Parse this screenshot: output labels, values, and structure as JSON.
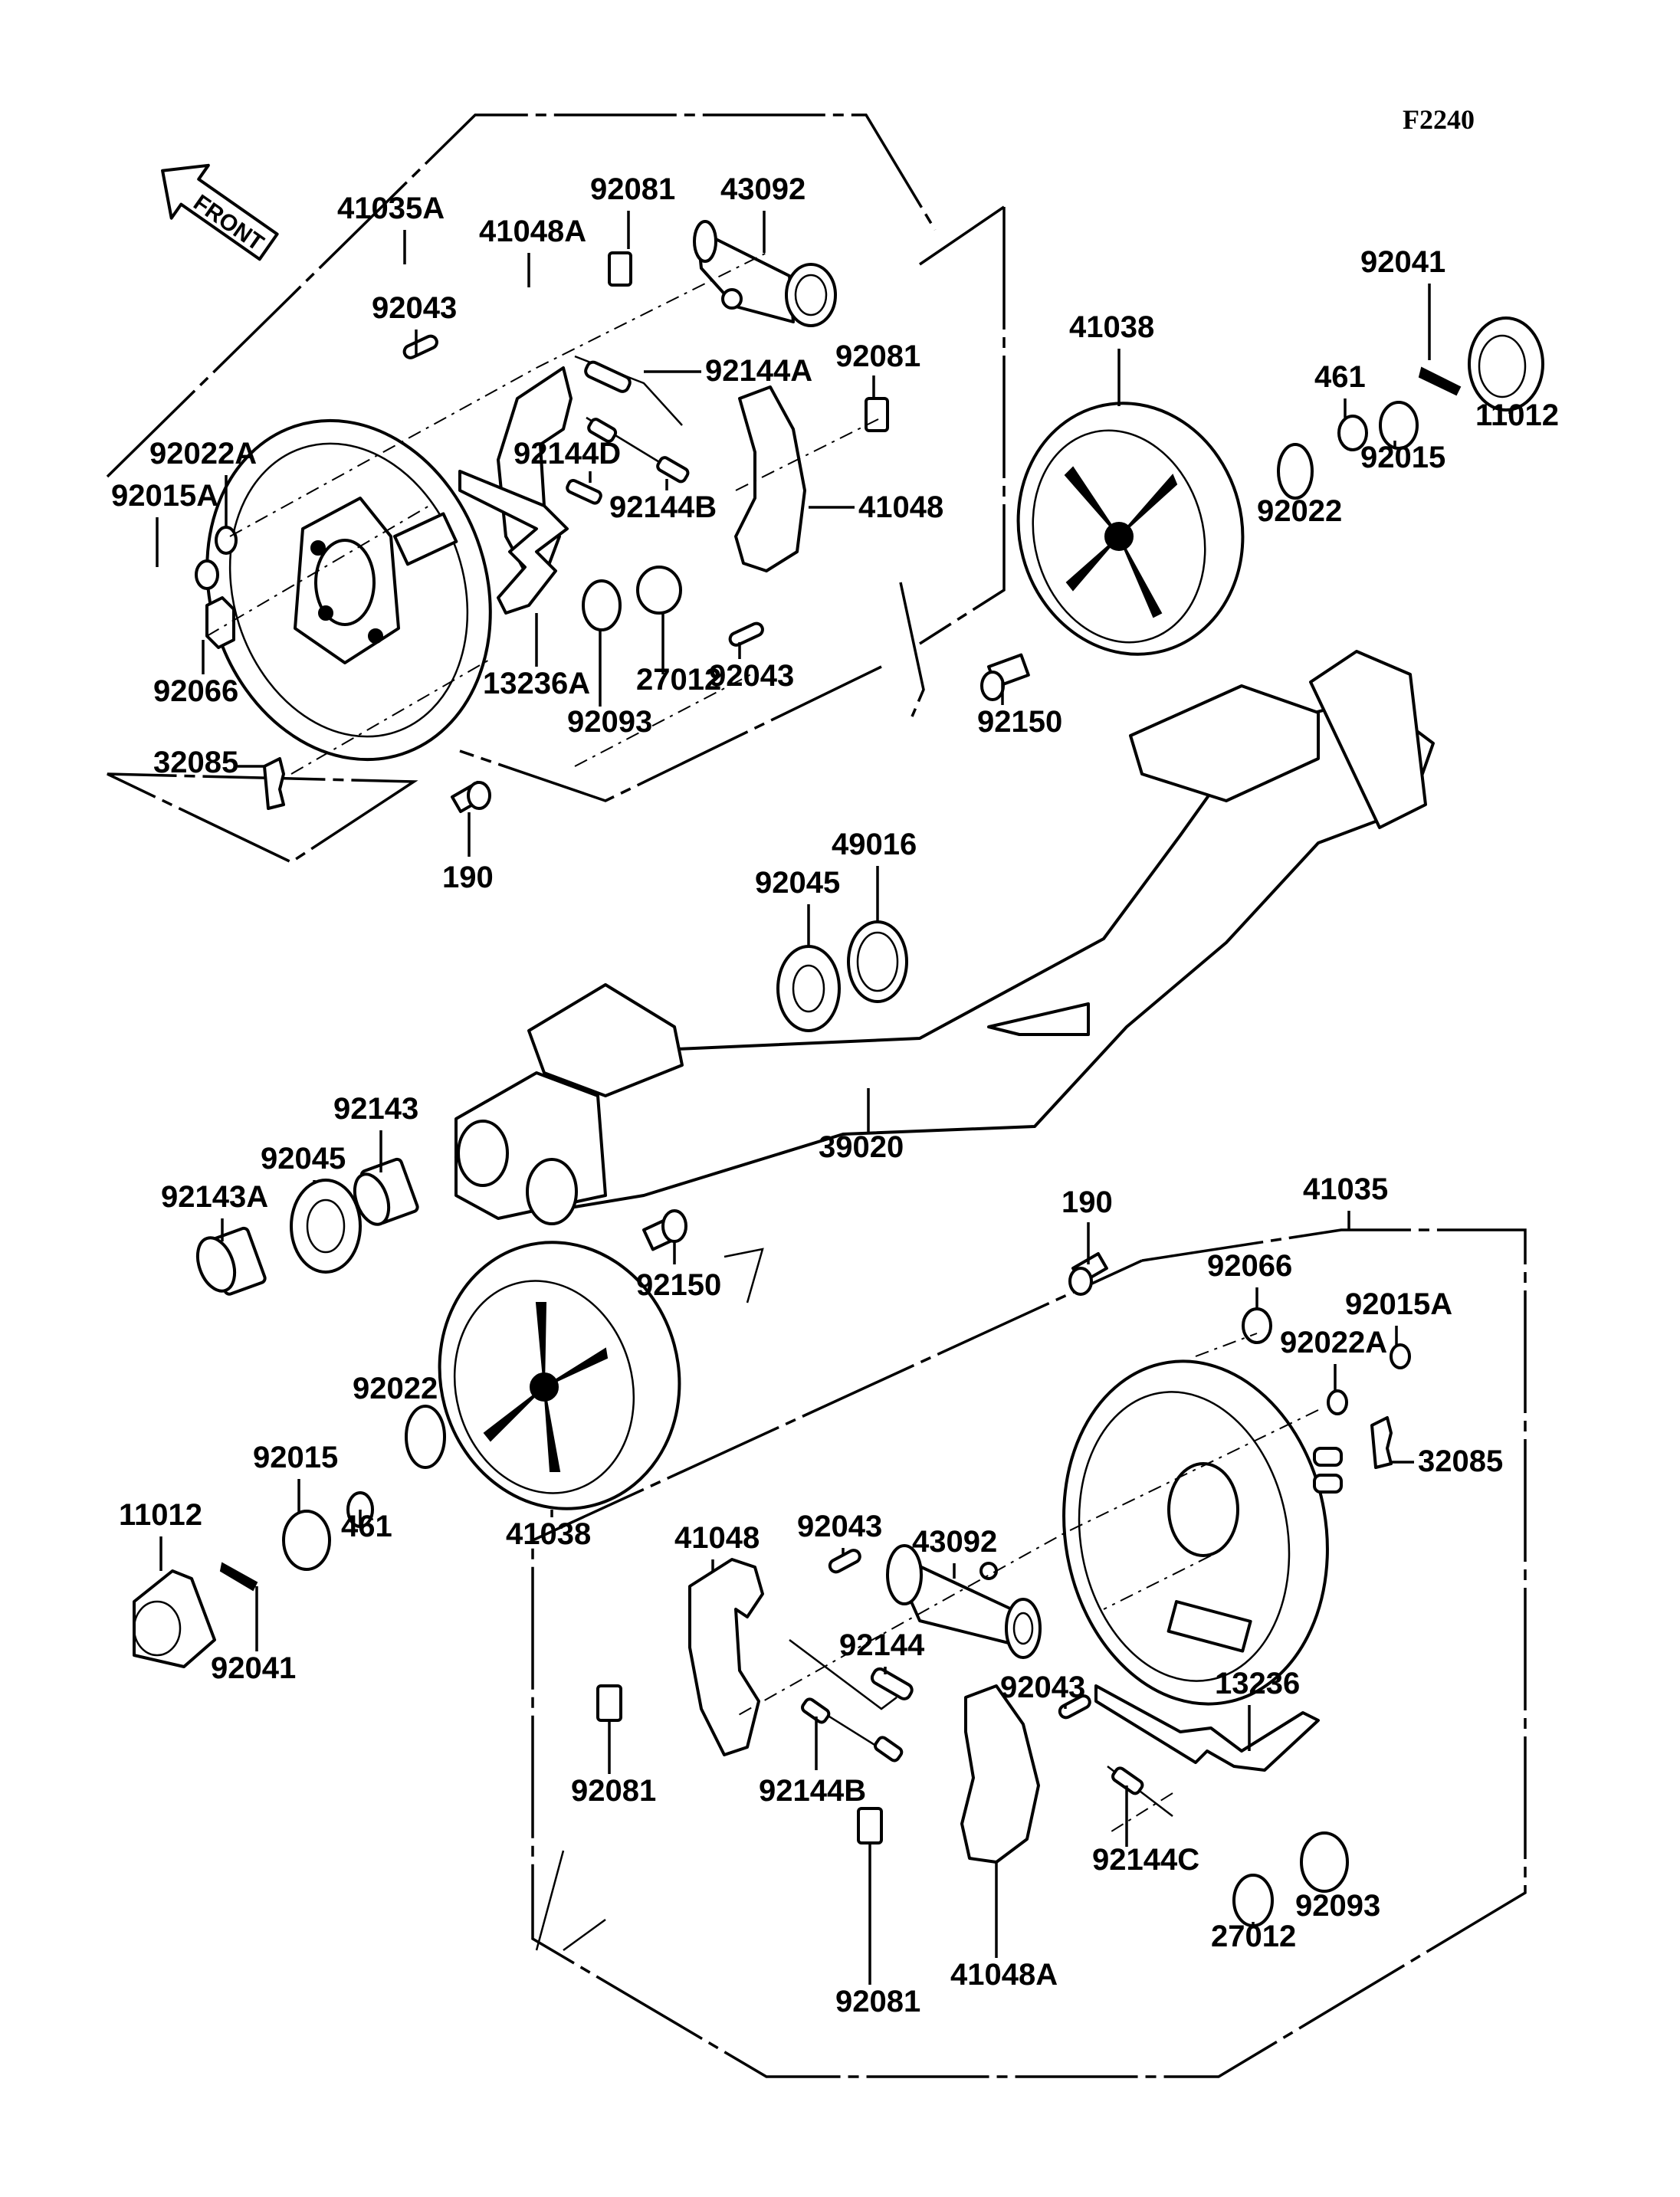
{
  "diagram": {
    "code": "F2240",
    "front_arrow_label": "FRONT",
    "upper_assembly": {
      "group_label": "41035A",
      "parts": [
        "41048A",
        "92081",
        "43092",
        "92043",
        "92144A",
        "92081",
        "92022A",
        "92015A",
        "92144D",
        "92144B",
        "41048",
        "92066",
        "13236A",
        "27012",
        "92043",
        "92093",
        "32085",
        "190"
      ]
    },
    "right_hub": {
      "parts": [
        "41038",
        "461",
        "92022",
        "92015",
        "92041",
        "11012",
        "92150"
      ]
    },
    "axle": {
      "parts": [
        "49016",
        "92045",
        "39020"
      ]
    },
    "left_hub": {
      "parts": [
        "92143",
        "92045",
        "92143A",
        "92150",
        "92022",
        "92015",
        "41038",
        "461",
        "11012",
        "92041"
      ]
    },
    "lower_assembly": {
      "group_label": "41035",
      "parts": [
        "190",
        "92066",
        "92015A",
        "92022A",
        "32085",
        "43092",
        "41048",
        "92043",
        "92144",
        "13236",
        "92043",
        "92081",
        "92144B",
        "92144C",
        "92093",
        "27012",
        "92081",
        "41048A"
      ]
    }
  },
  "labels": {
    "l41035A": "41035A",
    "l41048A_u": "41048A",
    "l92081_u1": "92081",
    "l43092_u": "43092",
    "l92043_u1": "92043",
    "l92144A": "92144A",
    "l92081_u2": "92081",
    "l92022A_u": "92022A",
    "l92015A_u": "92015A",
    "l92144D": "92144D",
    "l92144B_u": "92144B",
    "l41048_u": "41048",
    "l92066_u": "92066",
    "l13236A": "13236A",
    "l27012_u": "27012",
    "l92043_u2": "92043",
    "l92093_u": "92093",
    "l32085_u": "32085",
    "l190_u": "190",
    "l41038_r": "41038",
    "l461_r": "461",
    "l92022_r": "92022",
    "l92015_r": "92015",
    "l92041_r": "92041",
    "l11012_r": "11012",
    "l92150_r": "92150",
    "l49016": "49016",
    "l92045_a": "92045",
    "l39020": "39020",
    "l92143": "92143",
    "l92045_l": "92045",
    "l92143A": "92143A",
    "l92150_l": "92150",
    "l92022_l": "92022",
    "l92015_l": "92015",
    "l41038_l": "41038",
    "l461_l": "461",
    "l11012_l": "11012",
    "l92041_l": "92041",
    "l41035": "41035",
    "l190_d": "190",
    "l92066_d": "92066",
    "l92015A_d": "92015A",
    "l92022A_d": "92022A",
    "l32085_d": "32085",
    "l43092_d": "43092",
    "l41048_d": "41048",
    "l92043_d1": "92043",
    "l92144": "92144",
    "l13236": "13236",
    "l92043_d2": "92043",
    "l92081_d1": "92081",
    "l92144B_d": "92144B",
    "l92144C": "92144C",
    "l92093_d": "92093",
    "l27012_d": "27012",
    "l92081_d2": "92081",
    "l41048A_d": "41048A"
  }
}
